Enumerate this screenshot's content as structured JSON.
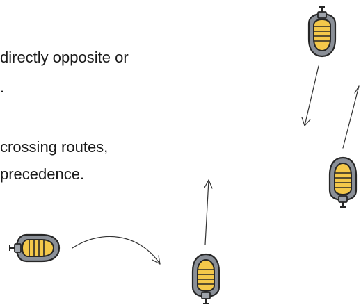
{
  "text": {
    "line1": "directly opposite or",
    "line2": ".",
    "line3": "crossing routes,",
    "line4": "precedence."
  },
  "icons": {
    "boat": "inflatable-boat-icon",
    "arrow": "hand-drawn-arrow-icon"
  },
  "colors": {
    "hull": "#8a8f97",
    "deck": "#f4c84a",
    "outline": "#262626",
    "arrow": "#333333"
  }
}
